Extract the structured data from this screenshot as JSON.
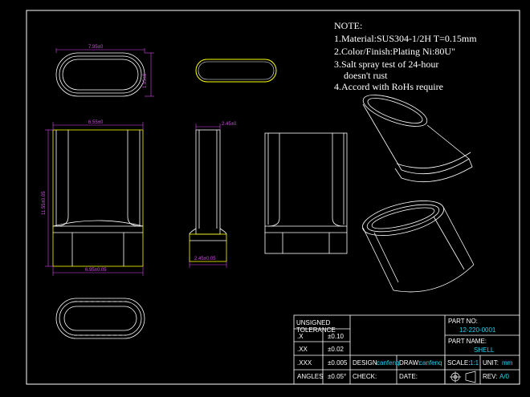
{
  "notes": {
    "title": "NOTE:",
    "line1": "1.Material:SUS304-1/2H T=0.15mm",
    "line2": "2.Color/Finish:Plating Ni:80U\"",
    "line3a": "3.Salt spray test of 24-hour",
    "line3b": "doesn't rust",
    "line4": "4.Accord with RoHs require"
  },
  "dims": {
    "top_width": "7.95±0",
    "top_height": "1.95±0",
    "front_inner_width": "6.55±0",
    "front_height": "11.55±0.05",
    "front_bottom_width": "6.95±0.05",
    "side_top": "2.45±0",
    "side_bottom": "2.45±0.05"
  },
  "title_block": {
    "unsigned_tolerance": "UNSIGNED TOLERANCE",
    "tol_rows": [
      {
        "label": ".X",
        "value": "±0.10"
      },
      {
        "label": ".XX",
        "value": "±0.02"
      },
      {
        "label": ".XXX",
        "value": "±0.005"
      },
      {
        "label": "ANGLES",
        "value": "±0.05°"
      }
    ],
    "part_no_label": "PART NO:",
    "part_no_value": "12-220-0001",
    "part_name_label": "PART NAME:",
    "part_name_value": "SHELL",
    "design_label": "DESIGN:",
    "design_value": "canfenq",
    "draw_label": "DRAW:",
    "draw_value": "canfenq",
    "scale_label": "SCALE:",
    "scale_value": "1:1",
    "unit_label": "UNIT:",
    "unit_value": "mm",
    "check_label": "CHECK:",
    "date_label": "DATE:",
    "rev_label": "REV:",
    "rev_value": "A/0"
  },
  "colors": {
    "frame": "#ffffff",
    "dimension": "#d946ef",
    "outline": "#ffff00",
    "accent_text": "#22d3ee"
  }
}
